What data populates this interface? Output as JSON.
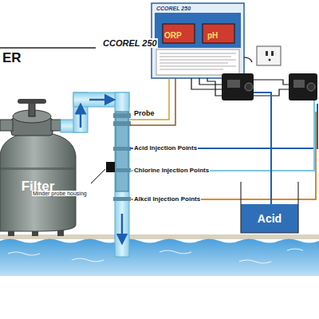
{
  "diagram": {
    "nodes": [
      {
        "text": [
          "Filter"
        ]
      },
      {
        "text": [
          "CCOREL 250",
          "ORP",
          "pH"
        ]
      },
      {
        "text": [
          "Acid"
        ]
      }
    ],
    "labels": [
      "ER",
      "CCOREL 250",
      "Probe",
      "Acid Injection Points",
      "Chlorine Injection Points",
      "Alkcil Injection Points",
      "Minder probe housing"
    ]
  }
}
